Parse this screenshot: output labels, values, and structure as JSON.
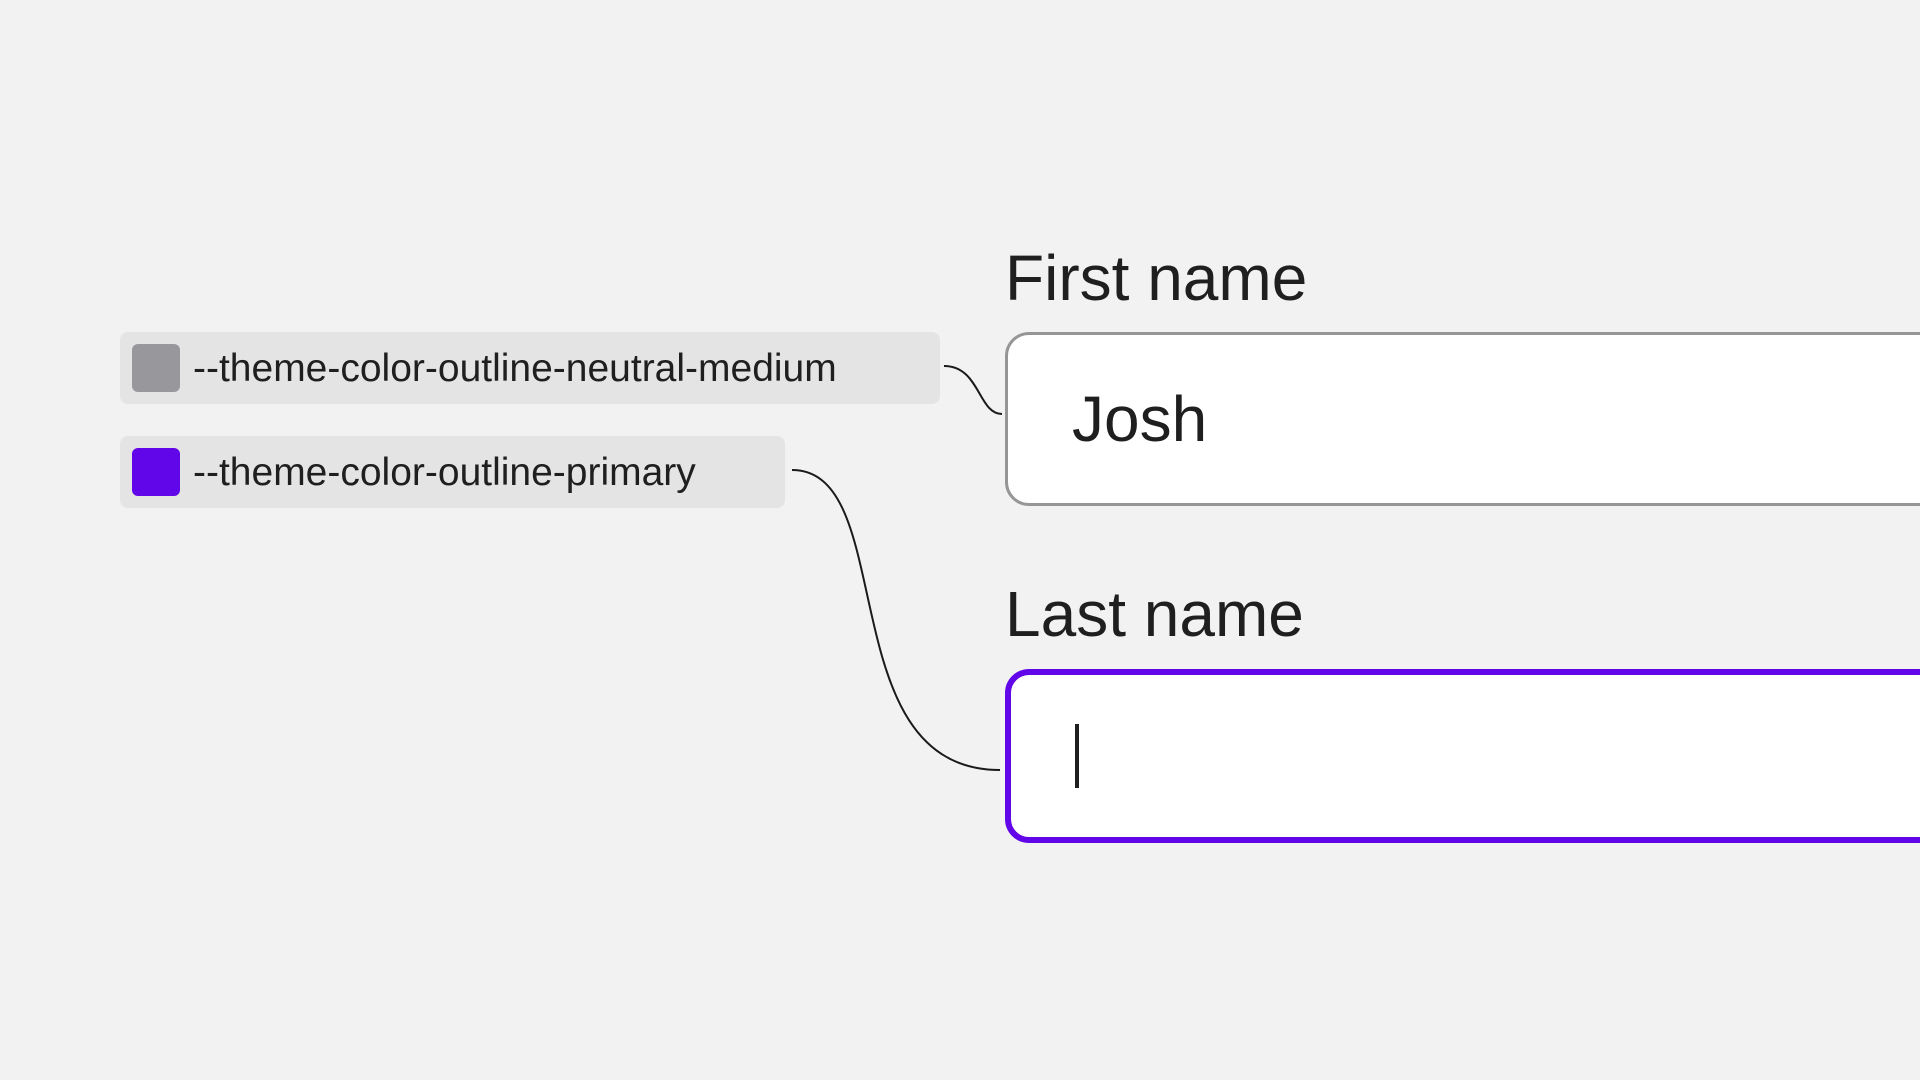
{
  "tokens": [
    {
      "name": "--theme-color-outline-neutral-medium",
      "color": "#98979c"
    },
    {
      "name": "--theme-color-outline-primary",
      "color": "#6206ea"
    }
  ],
  "form": {
    "first_name": {
      "label": "First name",
      "value": "Josh",
      "border_color": "#969696",
      "state": "default"
    },
    "last_name": {
      "label": "Last name",
      "value": "",
      "border_color": "#6206ea",
      "state": "focused"
    }
  }
}
